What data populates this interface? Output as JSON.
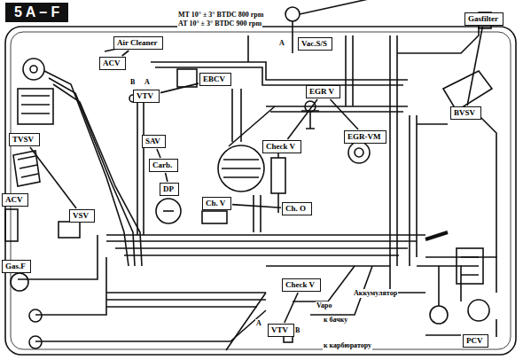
{
  "diagram": {
    "title": "5 A – F",
    "nodes": [
      {
        "text": [
          "Air Cleaner"
        ]
      },
      {
        "text": [
          "ACV"
        ]
      },
      {
        "text": [
          "Vac.S/S"
        ]
      },
      {
        "text": [
          "EBCV"
        ]
      },
      {
        "text": [
          "VTV"
        ]
      },
      {
        "text": [
          "SAV"
        ]
      },
      {
        "text": [
          "Carb."
        ]
      },
      {
        "text": [
          "Check V"
        ]
      },
      {
        "text": [
          "EGR V"
        ]
      },
      {
        "text": [
          "EGR-VM"
        ]
      },
      {
        "text": [
          "Gasfilter"
        ]
      },
      {
        "text": [
          "BVSV"
        ]
      },
      {
        "text": [
          "TVSV"
        ]
      },
      {
        "text": [
          "DP"
        ]
      },
      {
        "text": [
          "Ch. V"
        ]
      },
      {
        "text": [
          "Ch. O"
        ]
      },
      {
        "text": [
          "VSV"
        ]
      },
      {
        "text": [
          "ACV"
        ]
      },
      {
        "text": [
          "Gas.F"
        ]
      },
      {
        "text": [
          "Check V"
        ]
      },
      {
        "text": [
          "VTV"
        ]
      },
      {
        "text": [
          "PCV"
        ]
      }
    ],
    "edges": [
      {
        "from": 0,
        "to": 1,
        "arrow": "none"
      },
      {
        "from": 3,
        "to": 4,
        "arrow": "none"
      },
      {
        "from": 8,
        "to": 9,
        "arrow": "none"
      },
      {
        "from": 7,
        "to": 8,
        "arrow": "none"
      },
      {
        "from": 10,
        "to": 11,
        "arrow": "none"
      },
      {
        "from": 6,
        "to": 13,
        "arrow": "none"
      },
      {
        "from": 12,
        "to": 16,
        "arrow": "none"
      },
      {
        "from": 19,
        "to": 20,
        "arrow": "none"
      },
      {
        "from": 14,
        "to": 15,
        "arrow": "none"
      },
      {
        "from": 5,
        "to": 6,
        "arrow": "none"
      }
    ],
    "labels": [
      "MT 10° ± 3° BTDC 800 rpm",
      "AT 10° ± 3° BTDC 900 rpm",
      "A",
      "B",
      "A",
      "A",
      "B",
      "Vapo",
      "Аккумулятор",
      "к бачку",
      "к карбюратору"
    ]
  }
}
